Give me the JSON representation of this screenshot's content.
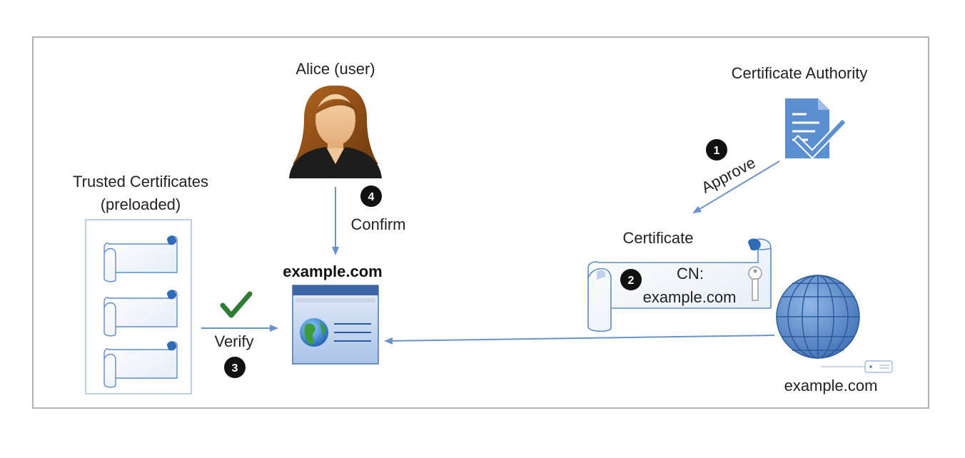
{
  "diagram": {
    "user_label": "Alice (user)",
    "ca_label": "Certificate Authority",
    "trusted_label_line1": "Trusted Certificates",
    "trusted_label_line2": "(preloaded)",
    "site_label": "example.com",
    "certificate_title": "Certificate",
    "certificate_cn_line1": "CN:",
    "certificate_cn_line2": "example.com",
    "server_label": "example.com",
    "steps": [
      {
        "number": "1",
        "label": "Approve"
      },
      {
        "number": "2",
        "label": ""
      },
      {
        "number": "3",
        "label": "Verify"
      },
      {
        "number": "4",
        "label": "Confirm"
      }
    ]
  },
  "colors": {
    "frame": "#9a9a9a",
    "arrow": "#6b93c8",
    "badge": "#111111",
    "check": "#2e7d32",
    "doc_blue": "#5b8fd0",
    "globe_blue": "#4a7fc4",
    "scroll_stroke": "#5e8cc6"
  }
}
